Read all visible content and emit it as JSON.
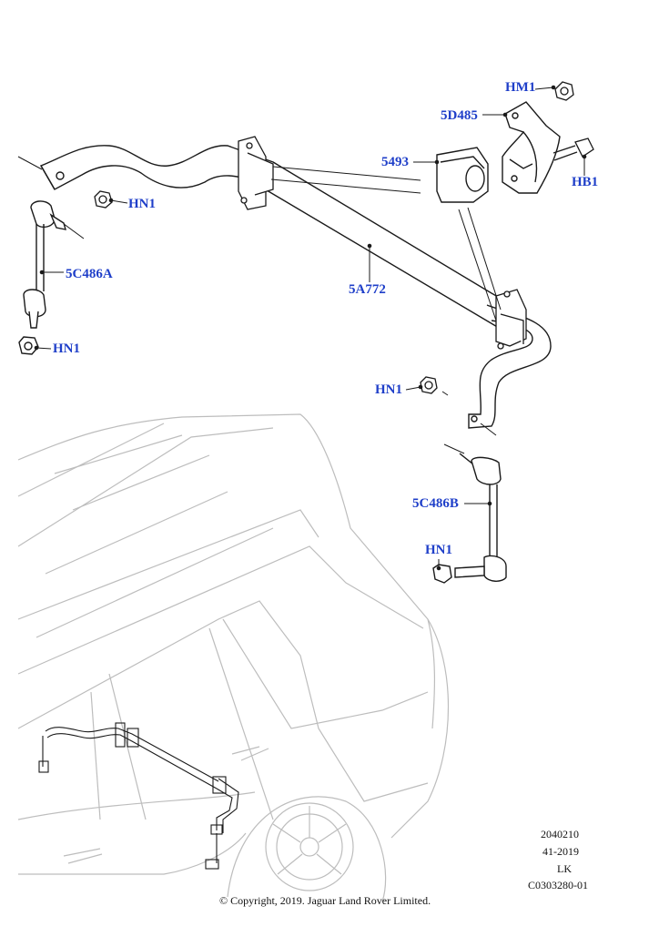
{
  "callouts": {
    "hm1": "HM1",
    "bracket": "5D485",
    "bush": "5493",
    "hb1": "HB1",
    "nut_top": "HN1",
    "link_left": "5C486A",
    "nut_left": "HN1",
    "bar": "5A772",
    "nut_mid": "HN1",
    "link_right": "5C486B",
    "nut_right": "HN1"
  },
  "reference": {
    "line1": "2040210",
    "line2": "41-2019",
    "line3": "LK",
    "line4": "C0303280-01"
  },
  "copyright": "© Copyright, 2019. Jaguar Land Rover Limited.",
  "colors": {
    "callout": "#1f3fc9",
    "part_stroke": "#1a1a1a",
    "vehicle_stroke": "#b9b9b9"
  }
}
